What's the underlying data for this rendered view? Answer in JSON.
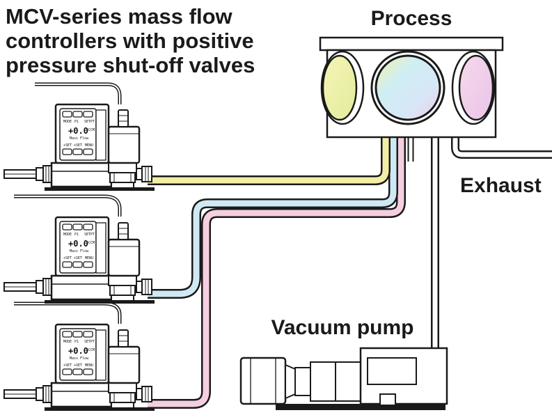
{
  "title": {
    "line1": "MCV-series mass flow",
    "line2": "controllers with positive",
    "line3": "pressure shut-off valves"
  },
  "labels": {
    "process": "Process",
    "exhaust": "Exhaust",
    "vacuum_pump": "Vacuum pump"
  },
  "controller_display": {
    "reading": "+0.0",
    "unit": "SCCM",
    "caption": "Mass Flow",
    "btn_tl": "MODE",
    "btn_tc": "P1",
    "btn_tr": "SETPT",
    "btn_bl": "+SET",
    "btn_bc": "+SET",
    "btn_br": "MENU"
  },
  "colors": {
    "line_yellow": "#f2efa4",
    "line_blue": "#cfe9f4",
    "line_pink": "#f5cfe0",
    "outline": "#1a1a1a"
  }
}
